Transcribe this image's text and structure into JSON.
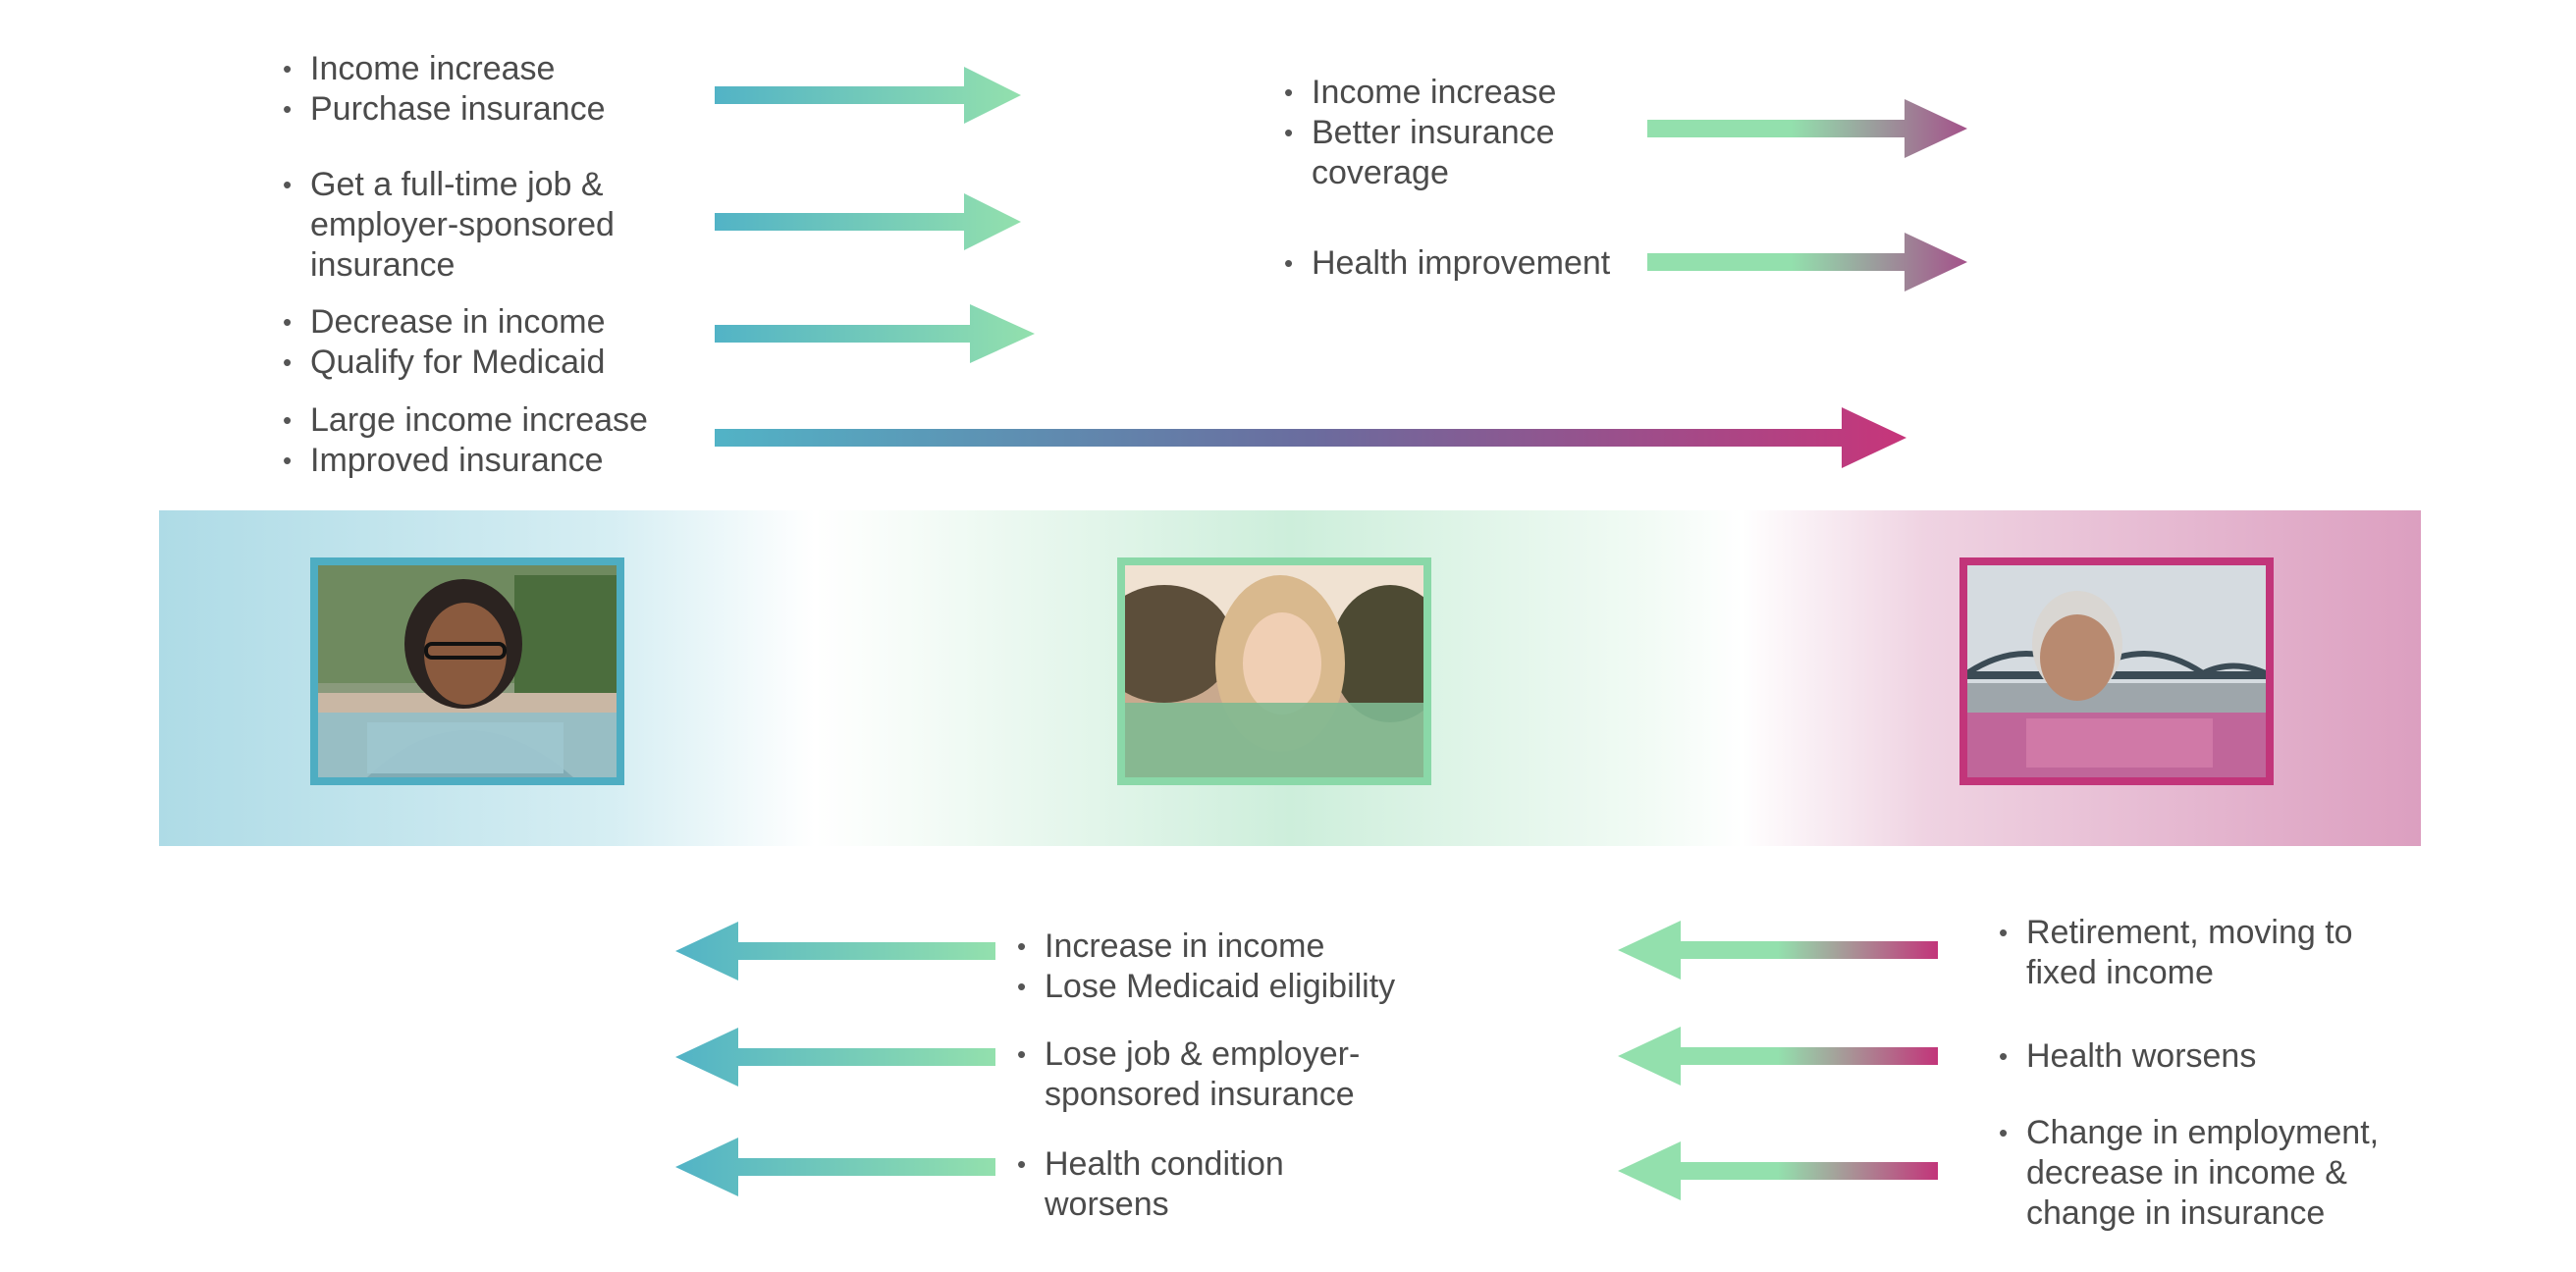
{
  "colors": {
    "blue": "#52b3c6",
    "green": "#8ddcaa",
    "magenta": "#c2357a",
    "band_blue": "#aedbe6",
    "band_green": "#cdeedb",
    "band_pink": "#dc9fc0",
    "text": "#4b4b4b"
  },
  "upper_left": {
    "group1": [
      "Income increase",
      "Purchase insurance"
    ],
    "group2": [
      "Get a full-time job &",
      "employer-sponsored",
      "insurance"
    ],
    "group3": [
      "Decrease in income",
      "Qualify for Medicaid"
    ],
    "group4": [
      "Large income increase",
      "Improved insurance"
    ]
  },
  "upper_right": {
    "group1": [
      "Income increase",
      "Better insurance",
      "coverage"
    ],
    "group2": [
      "Health improvement"
    ]
  },
  "lower_middle": {
    "group1": [
      "Increase in income",
      "Lose Medicaid eligibility"
    ],
    "group2": [
      "Lose job & employer-",
      "sponsored insurance"
    ],
    "group3": [
      "Health condition",
      "worsens"
    ]
  },
  "lower_right": {
    "group1": [
      "Retirement, moving to",
      "fixed income"
    ],
    "group2": [
      "Health worsens"
    ],
    "group3": [
      "Change in employment,",
      "decrease in income &",
      "change in insurance"
    ]
  },
  "icons": {
    "person1": "woman-with-glasses-photo",
    "person2": "blonde-woman-photo",
    "person3": "older-man-photo"
  }
}
